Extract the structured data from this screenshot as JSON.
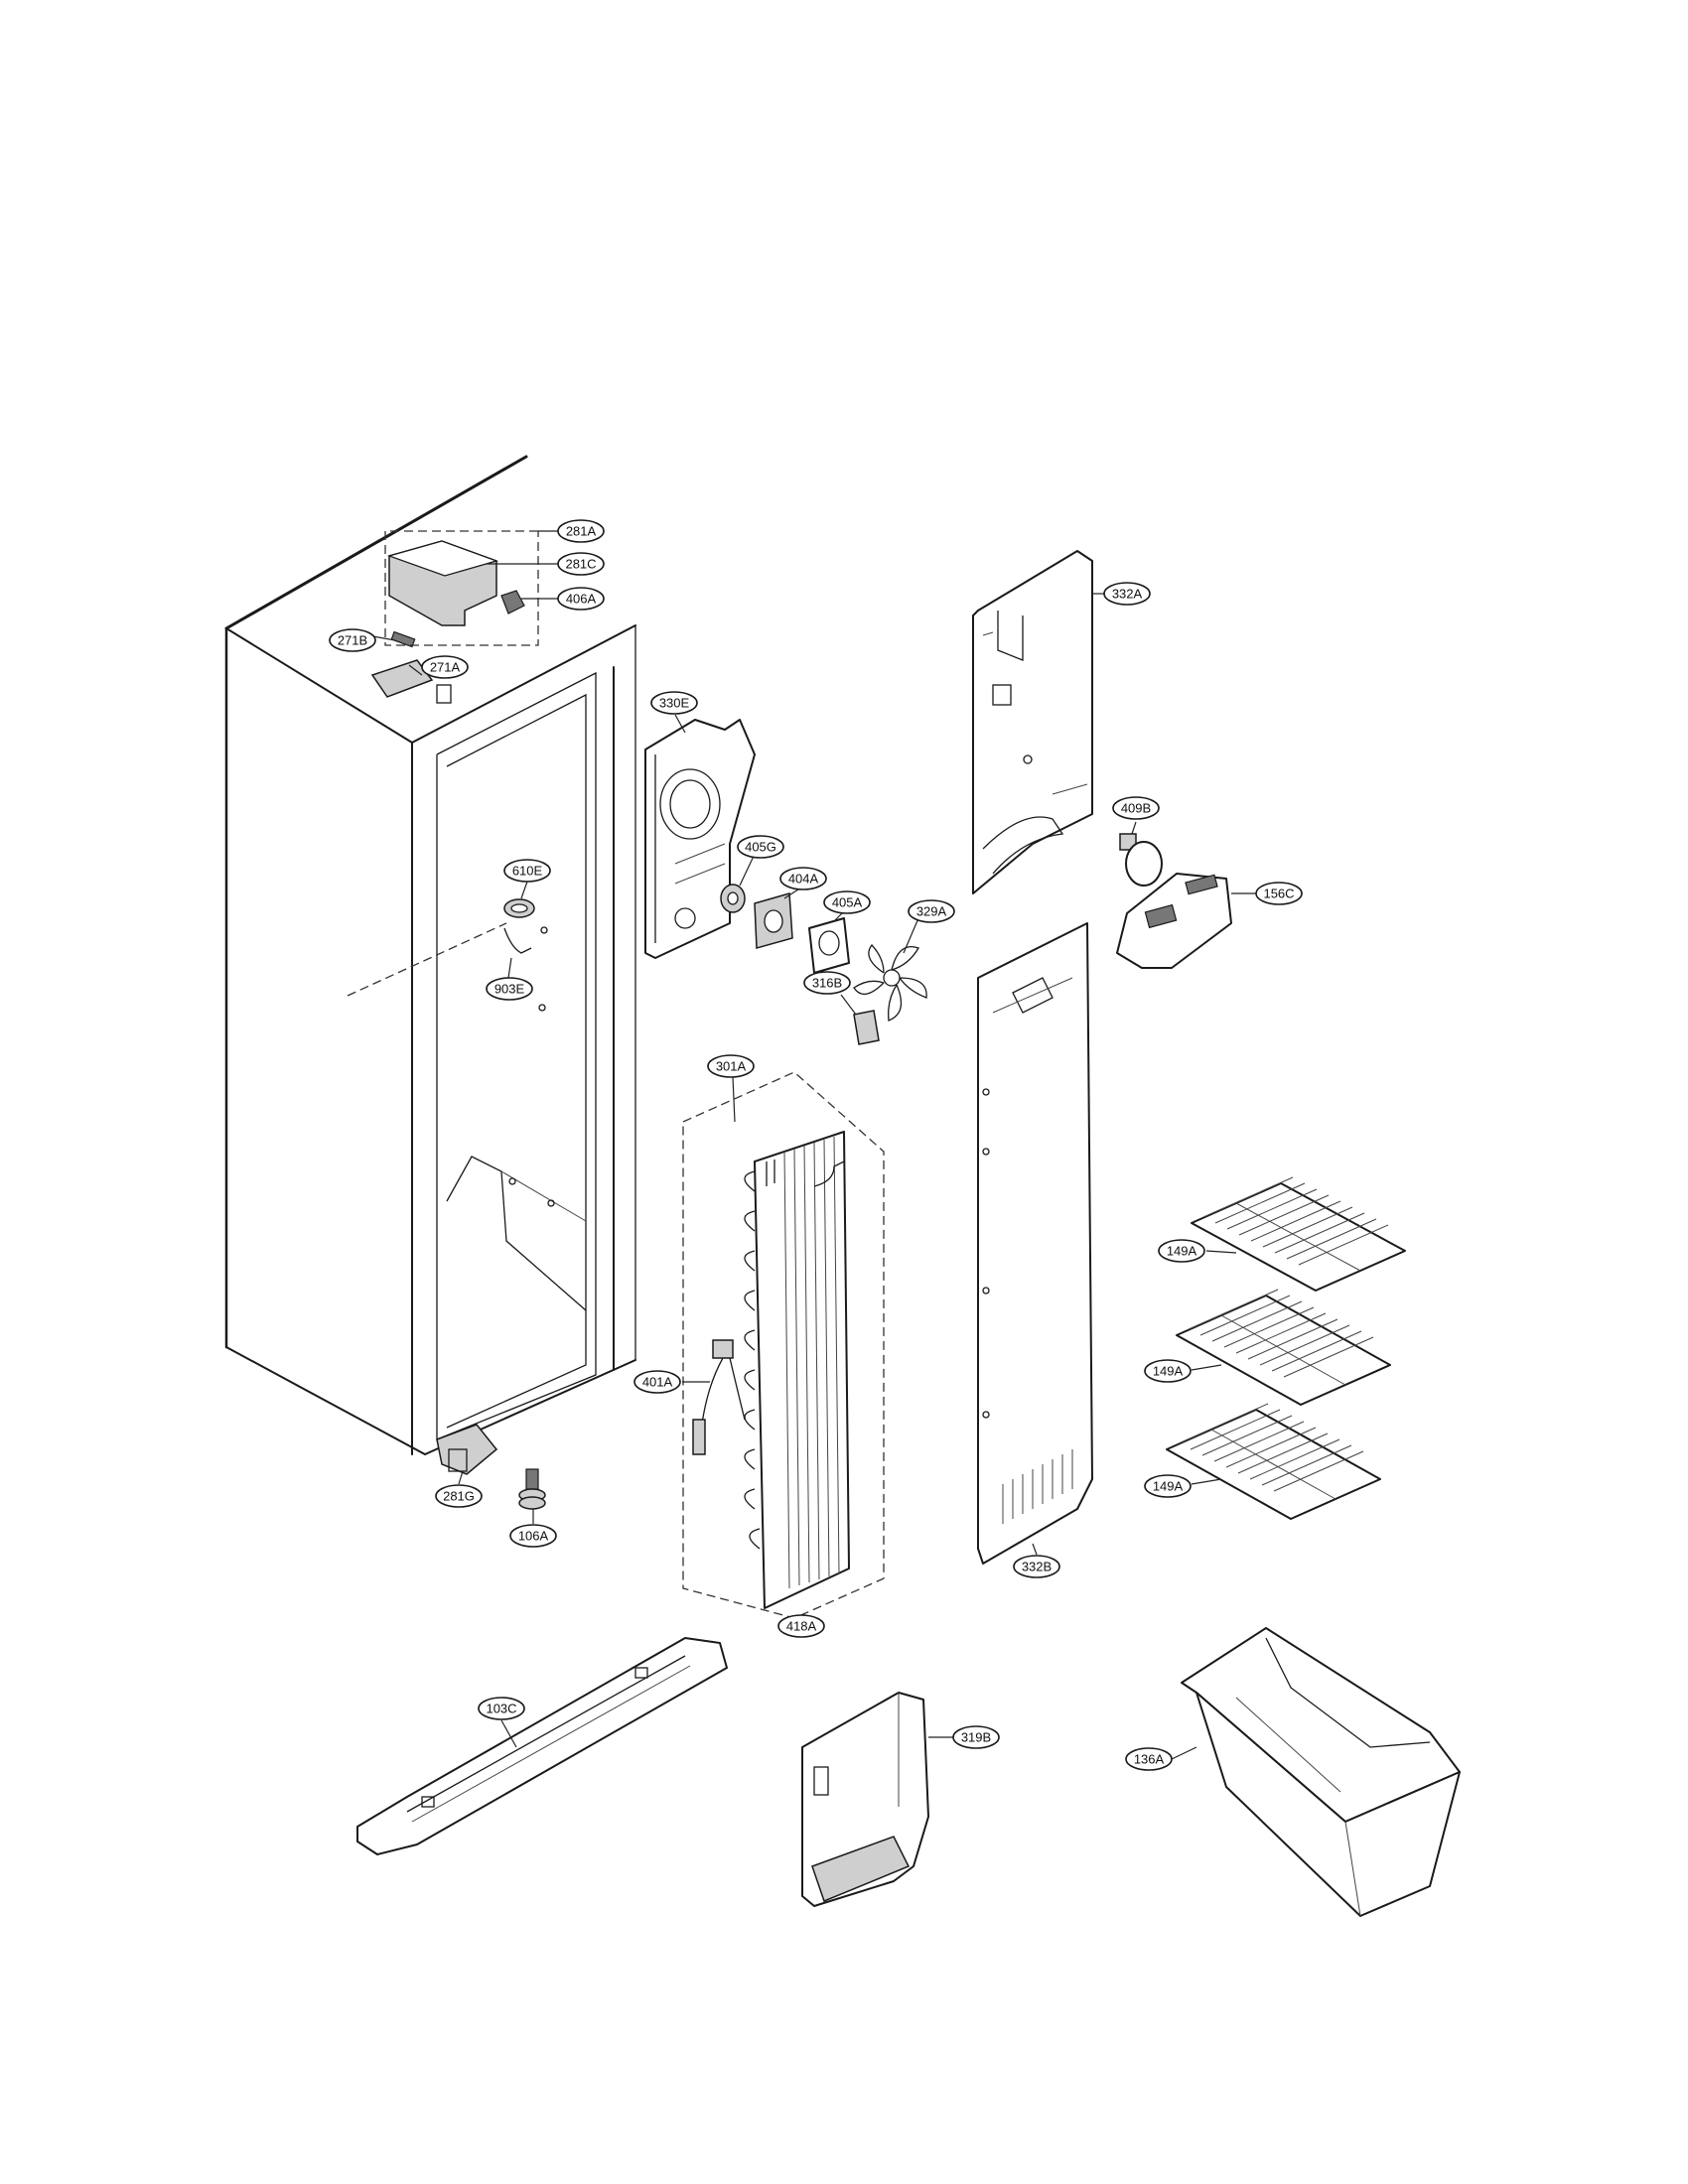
{
  "callouts": [
    {
      "id": "281A",
      "label": "281A"
    },
    {
      "id": "281C",
      "label": "281C"
    },
    {
      "id": "406A",
      "label": "406A"
    },
    {
      "id": "271B",
      "label": "271B"
    },
    {
      "id": "271A",
      "label": "271A"
    },
    {
      "id": "330E",
      "label": "330E"
    },
    {
      "id": "332A",
      "label": "332A"
    },
    {
      "id": "610E",
      "label": "610E"
    },
    {
      "id": "405G",
      "label": "405G"
    },
    {
      "id": "404A",
      "label": "404A"
    },
    {
      "id": "405A",
      "label": "405A"
    },
    {
      "id": "329A",
      "label": "329A"
    },
    {
      "id": "409B",
      "label": "409B"
    },
    {
      "id": "156C",
      "label": "156C"
    },
    {
      "id": "903E",
      "label": "903E"
    },
    {
      "id": "316B",
      "label": "316B"
    },
    {
      "id": "301A",
      "label": "301A"
    },
    {
      "id": "149A_1",
      "label": "149A"
    },
    {
      "id": "149A_2",
      "label": "149A"
    },
    {
      "id": "149A_3",
      "label": "149A"
    },
    {
      "id": "401A",
      "label": "401A"
    },
    {
      "id": "281G",
      "label": "281G"
    },
    {
      "id": "106A",
      "label": "106A"
    },
    {
      "id": "332B",
      "label": "332B"
    },
    {
      "id": "418A",
      "label": "418A"
    },
    {
      "id": "103C",
      "label": "103C"
    },
    {
      "id": "319B",
      "label": "319B"
    },
    {
      "id": "136A",
      "label": "136A"
    }
  ]
}
